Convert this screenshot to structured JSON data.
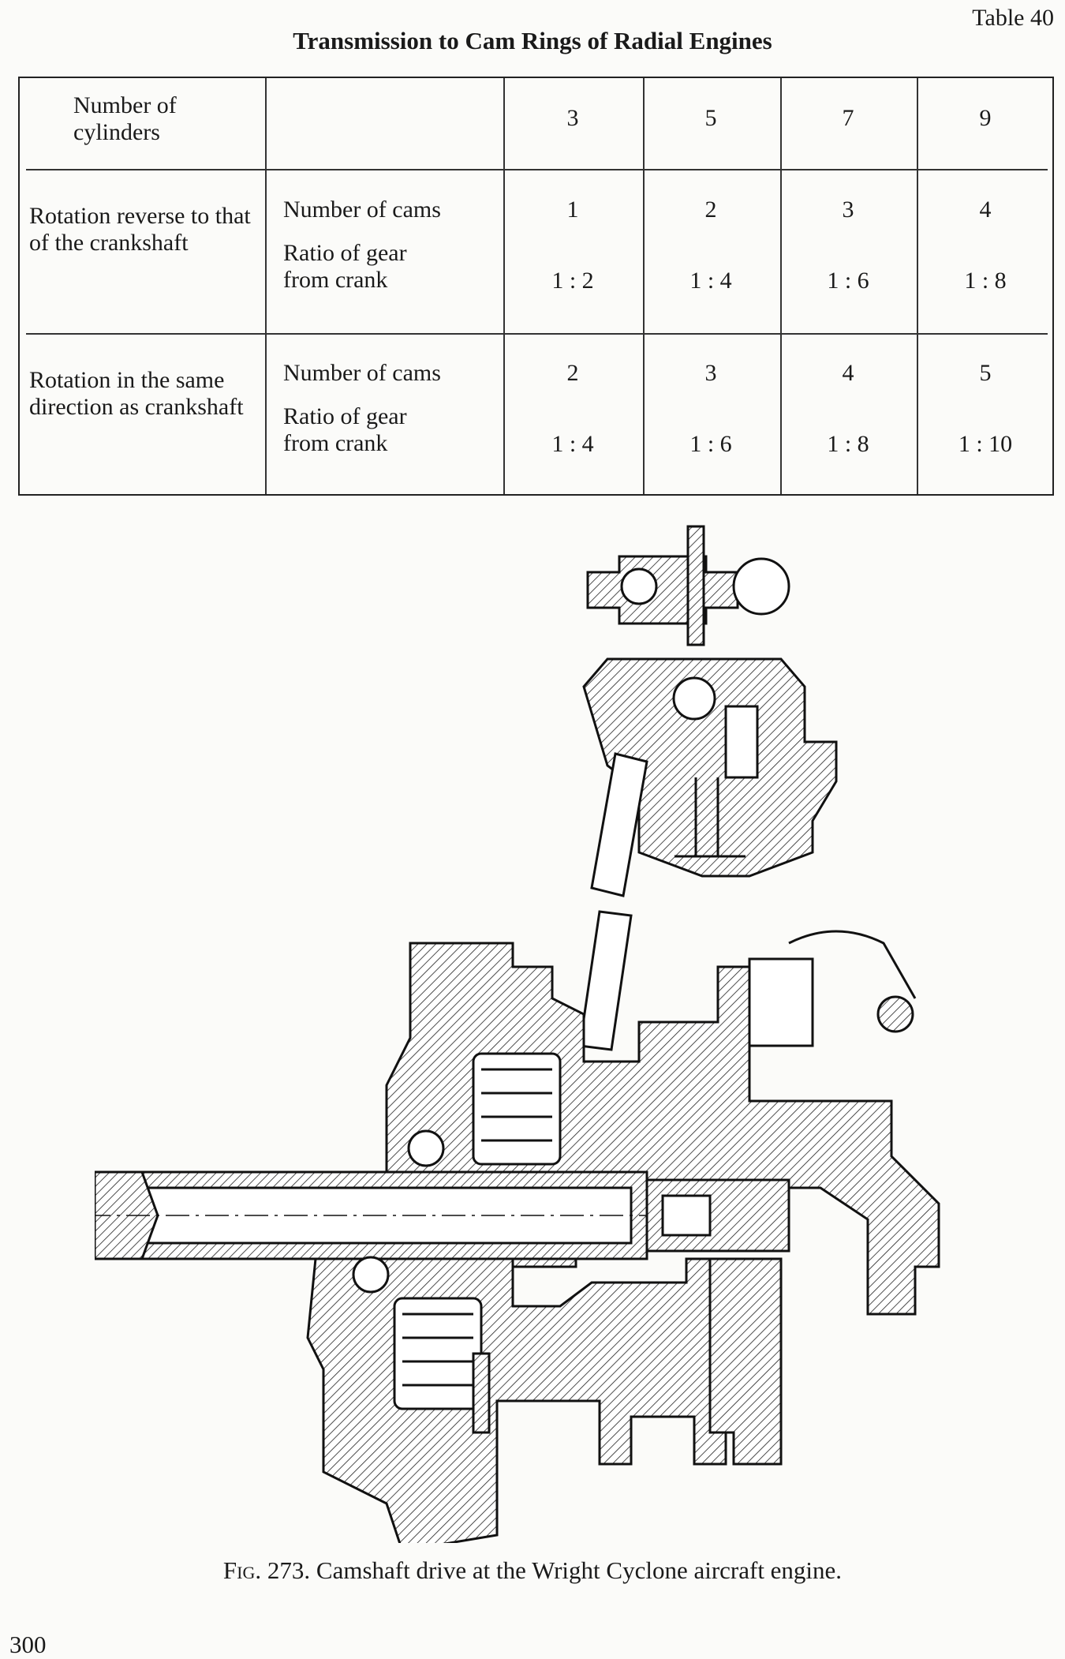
{
  "table": {
    "number_label": "Table 40",
    "title": "Transmission to Cam Rings of Radial Engines",
    "header": {
      "label": "Number of cylinders",
      "cylinders": [
        "3",
        "5",
        "7",
        "9"
      ]
    },
    "rows": [
      {
        "group": "Rotation reverse to that of the crankshaft",
        "cams_label": "Number of cams",
        "cams": [
          "1",
          "2",
          "3",
          "4"
        ],
        "ratio_label": "Ratio of gear from crank",
        "ratios": [
          "1 : 2",
          "1 : 4",
          "1 : 6",
          "1 : 8"
        ]
      },
      {
        "group": "Rotation in the same direction as crankshaft",
        "cams_label": "Number of cams",
        "cams": [
          "2",
          "3",
          "4",
          "5"
        ],
        "ratio_label": "Ratio of gear from crank",
        "ratios": [
          "1 : 4",
          "1 : 6",
          "1 : 8",
          "1 : 10"
        ]
      }
    ]
  },
  "figure": {
    "label": "Fig.",
    "caption": "273. Camshaft drive at the Wright Cyclone aircraft engine."
  },
  "page_number": "300"
}
